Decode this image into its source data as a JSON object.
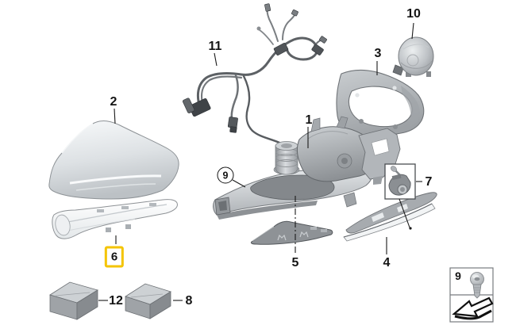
{
  "figure": {
    "background": "#ffffff",
    "highlight_color": "#F4C400",
    "selected_callout": "6"
  },
  "callouts": {
    "n1": "1",
    "n2": "2",
    "n3": "3",
    "n4": "4",
    "n5": "5",
    "n6": "6",
    "n7": "7",
    "n8": "8",
    "n9": "9",
    "n10": "10",
    "n11": "11",
    "n12": "12"
  },
  "legend": {
    "fastener_number": "9",
    "screw_icon": "screw-icon",
    "arrow_icon": "direction-arrow-icon"
  }
}
